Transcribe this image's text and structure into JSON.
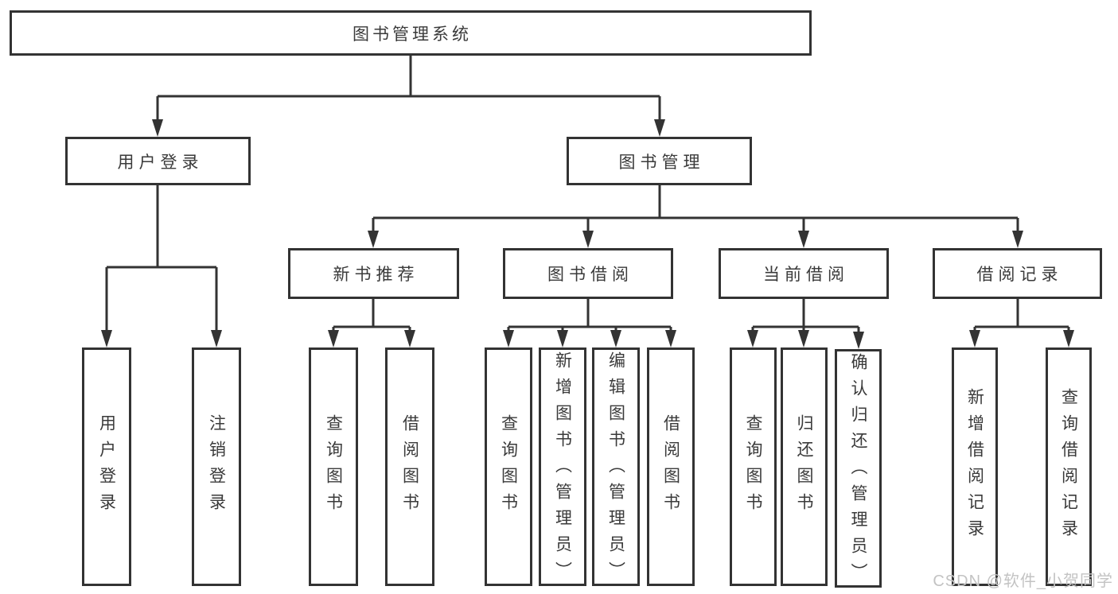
{
  "diagram_title": "图书管理系统",
  "nodes": {
    "root": {
      "label": "图书管理系统",
      "children": [
        "user_login",
        "book_mgmt"
      ]
    },
    "user_login": {
      "label": "用户登录",
      "children": [
        "leaf_user_login",
        "leaf_logout"
      ]
    },
    "book_mgmt": {
      "label": "图书管理",
      "children": [
        "new_book_rec",
        "book_borrow",
        "current_borrow",
        "borrow_record"
      ]
    },
    "new_book_rec": {
      "label": "新书推荐",
      "children": [
        "leaf_query_book_1",
        "leaf_borrow_book_1"
      ]
    },
    "book_borrow": {
      "label": "图书借阅",
      "children": [
        "leaf_query_book_2",
        "leaf_add_book",
        "leaf_edit_book",
        "leaf_borrow_book_2"
      ]
    },
    "current_borrow": {
      "label": "当前借阅",
      "children": [
        "leaf_query_book_3",
        "leaf_return_book",
        "leaf_confirm_return"
      ]
    },
    "borrow_record": {
      "label": "借阅记录",
      "children": [
        "leaf_add_record",
        "leaf_query_record"
      ]
    },
    "leaf_user_login": {
      "label": "用户登录",
      "children": []
    },
    "leaf_logout": {
      "label": "注销登录",
      "children": []
    },
    "leaf_query_book_1": {
      "label": "查询图书",
      "children": []
    },
    "leaf_borrow_book_1": {
      "label": "借阅图书",
      "children": []
    },
    "leaf_query_book_2": {
      "label": "查询图书",
      "children": []
    },
    "leaf_add_book": {
      "label": "新增图书（管理员）",
      "children": []
    },
    "leaf_edit_book": {
      "label": "编辑图书（管理员）",
      "children": []
    },
    "leaf_borrow_book_2": {
      "label": "借阅图书",
      "children": []
    },
    "leaf_query_book_3": {
      "label": "查询图书",
      "children": []
    },
    "leaf_return_book": {
      "label": "归还图书",
      "children": []
    },
    "leaf_confirm_return": {
      "label": "确认归还（管理员）",
      "children": []
    },
    "leaf_add_record": {
      "label": "新增借阅记录",
      "children": []
    },
    "leaf_query_record": {
      "label": "查询借阅记录",
      "children": []
    }
  },
  "watermark": {
    "text": "CSDN @软件_小贺同学"
  },
  "colors": {
    "line": "#333333",
    "text": "#3a3a3a",
    "box_bg": "#ffffff",
    "page_bg": "#ffffff",
    "watermark": "#c3c3c3"
  }
}
